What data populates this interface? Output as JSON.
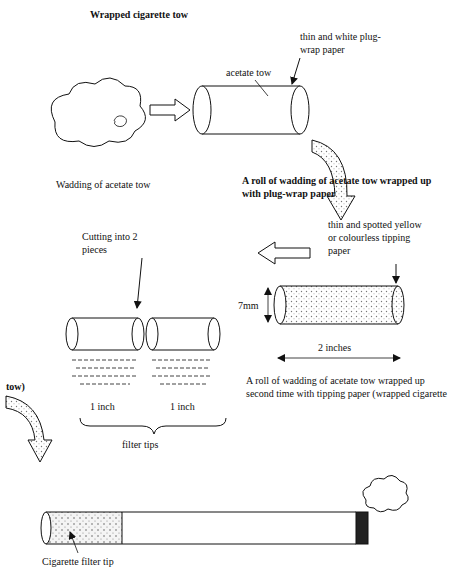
{
  "diagram": {
    "title": "Wrapped cigarette tow",
    "labels": [
      "thin and white plug-wrap paper",
      "acetate tow",
      "Wadding of acetate tow",
      "A roll of wadding of acetate tow wrapped up with plug-wrap paper",
      "Cutting into 2 pieces",
      "thin and spotted yellow or colourless tipping paper",
      "7mm",
      "2 inches",
      "1 inch",
      "1 inch",
      "filter tips",
      "A roll of wadding of acetate tow wrapped up second time with tipping paper (wrapped cigarette",
      "tow)",
      "Cigarette filter tip"
    ]
  }
}
